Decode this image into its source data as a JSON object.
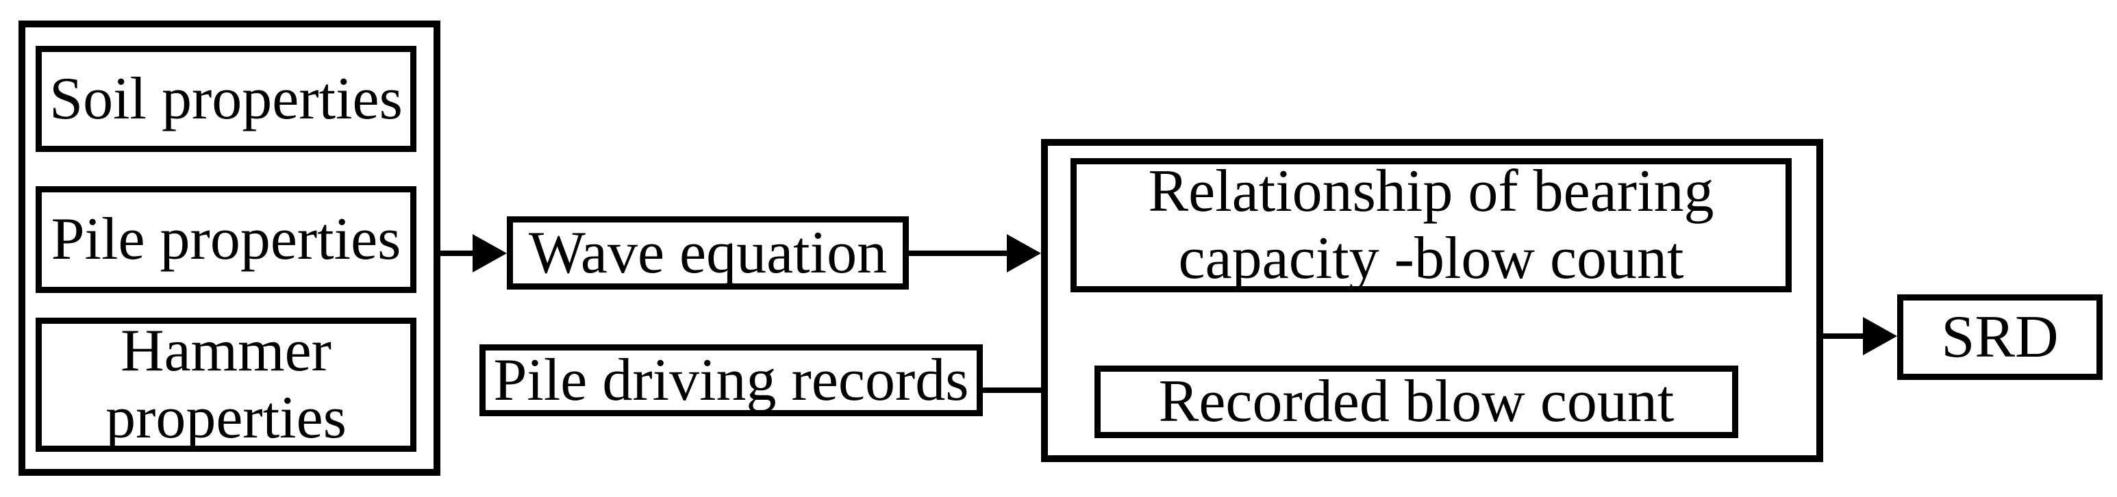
{
  "diagram": {
    "colors": {
      "stroke": "#000000",
      "background": "#ffffff"
    },
    "input_group": {
      "soil_label": "Soil properties",
      "pile_label": "Pile properties",
      "hammer_lines": [
        "Hammer",
        "properties"
      ]
    },
    "wave_equation_label": "Wave equation",
    "pile_driving_records_label": "Pile driving records",
    "analysis_group": {
      "relationship_lines": [
        "Relationship of bearing",
        "capacity -blow count"
      ],
      "recorded_label": "Recorded blow count"
    },
    "srd_label": "SRD"
  }
}
